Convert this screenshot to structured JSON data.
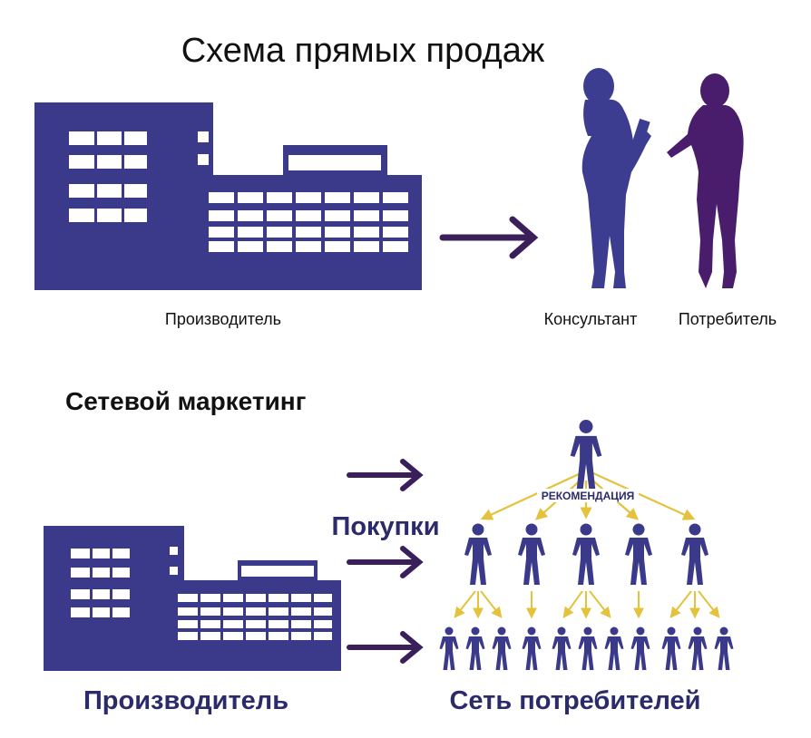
{
  "direct_sales": {
    "title": "Схема прямых продаж",
    "manufacturer_label": "Производитель",
    "consultant_label": "Консультант",
    "consumer_label": "Потребитель"
  },
  "network_marketing": {
    "title": "Сетевой маркетинг",
    "recommendation_label": "РЕКОМЕНДАЦИЯ",
    "purchases_label": "Покупки",
    "manufacturer_label": "Производитель",
    "consumer_network_label": "Сеть потребителей"
  },
  "colors": {
    "building": "#3b3a8a",
    "arrow": "#3a1f5a",
    "consultant": "#3c3c90",
    "consumer": "#4a1d6c",
    "person": "#3b3a8a",
    "recommendation_arrow": "#e4c23c",
    "text": "#111111",
    "text_accent": "#2b2a6a"
  }
}
